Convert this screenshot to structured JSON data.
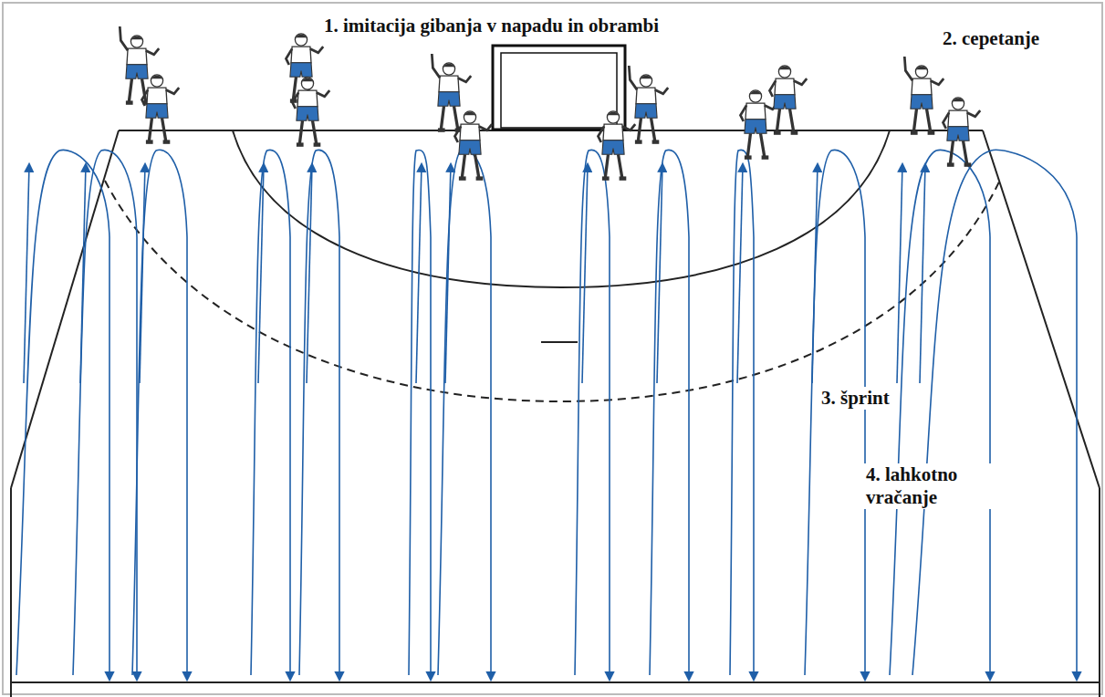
{
  "diagram": {
    "labels": [
      "1. imitacija gibanja v napadu in obrambi",
      "2. cepetanje",
      "3. šprint",
      "4. lahkotno vračanje"
    ]
  }
}
